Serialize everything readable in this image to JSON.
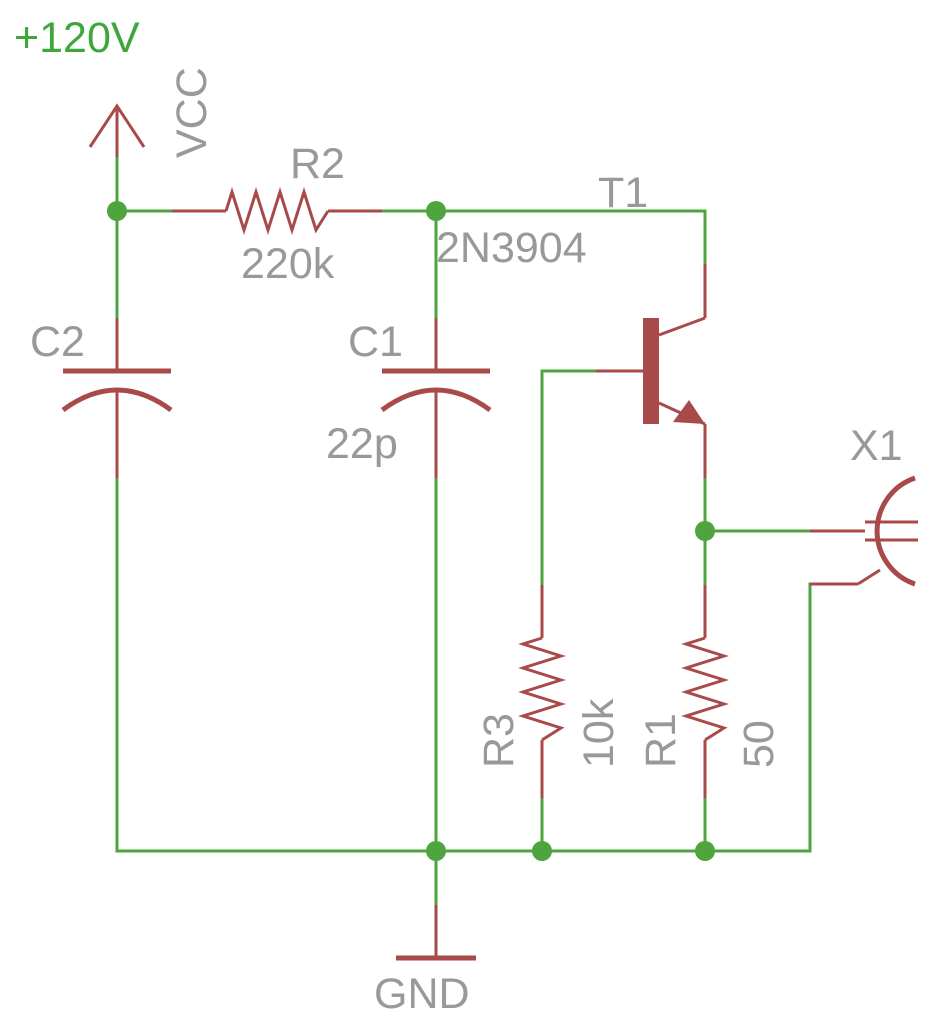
{
  "supply": {
    "voltage": "+120V",
    "net": "VCC"
  },
  "ground": {
    "net": "GND"
  },
  "components": {
    "R2": {
      "name": "R2",
      "value": "220k"
    },
    "C2": {
      "name": "C2"
    },
    "C1": {
      "name": "C1",
      "value": "22p"
    },
    "T1": {
      "name": "T1",
      "value": "2N3904"
    },
    "R3": {
      "name": "R3",
      "value": "10k"
    },
    "R1": {
      "name": "R1",
      "value": "50"
    },
    "X1": {
      "name": "X1"
    }
  },
  "colors": {
    "wire": "#4ea53d",
    "component": "#a84a4a",
    "label": "#999999",
    "net_label": "#3fa63c"
  }
}
